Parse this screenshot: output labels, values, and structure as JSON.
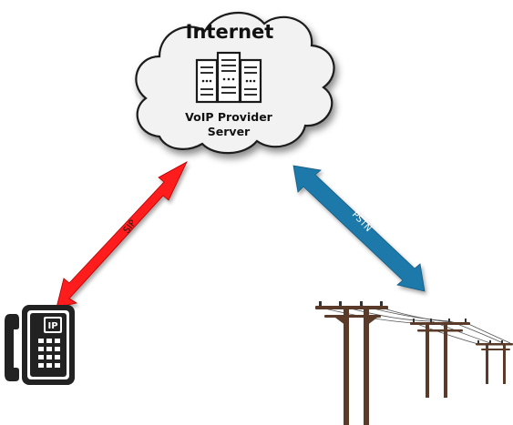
{
  "cloud": {
    "title": "Internet",
    "server_line1": "VoIP Provider",
    "server_line2": "Server"
  },
  "links": {
    "sip_label": "SIP",
    "pstn_label": "PSTN"
  },
  "phone": {
    "screen_label": "IP"
  },
  "colors": {
    "sip_arrow": "#ff1a1a",
    "pstn_arrow": "#1f79a9",
    "pole_wood": "#5a3b2a",
    "phone_body": "#222222"
  },
  "icons": [
    "cloud-icon",
    "server-rack-icon",
    "ip-phone-icon",
    "power-lines-icon"
  ]
}
